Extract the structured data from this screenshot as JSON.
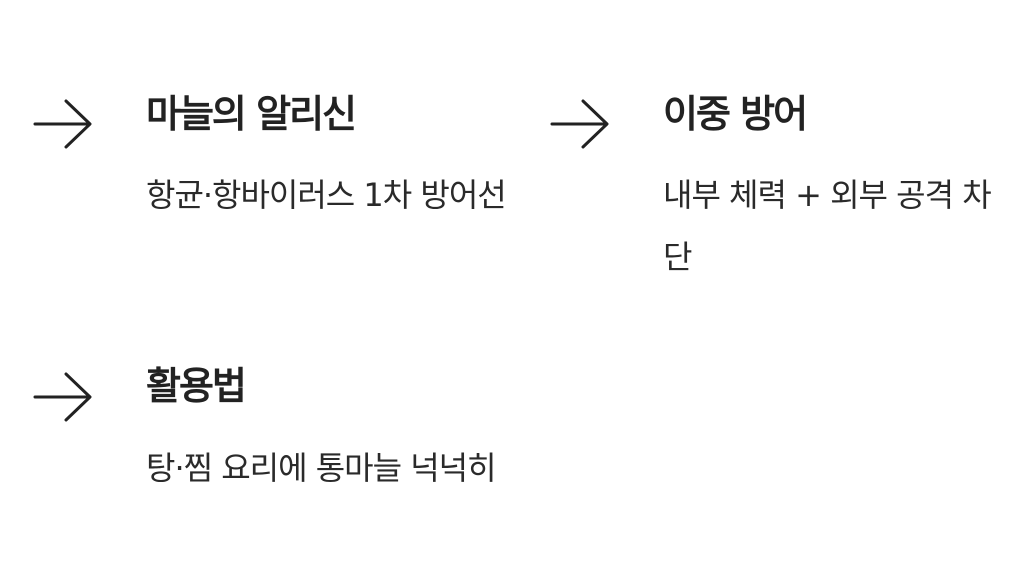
{
  "colors": {
    "text": "#222222",
    "background": "#ffffff"
  },
  "items": [
    {
      "icon": "arrow-right-icon",
      "title": "마늘의 알리신",
      "description": "항균·항바이러스 1차 방어선"
    },
    {
      "icon": "arrow-right-icon",
      "title": "이중 방어",
      "description": "내부 체력 + 외부 공격 차단"
    },
    {
      "icon": "arrow-right-icon",
      "title": "활용법",
      "description": "탕·찜 요리에 통마늘 넉넉히"
    }
  ]
}
